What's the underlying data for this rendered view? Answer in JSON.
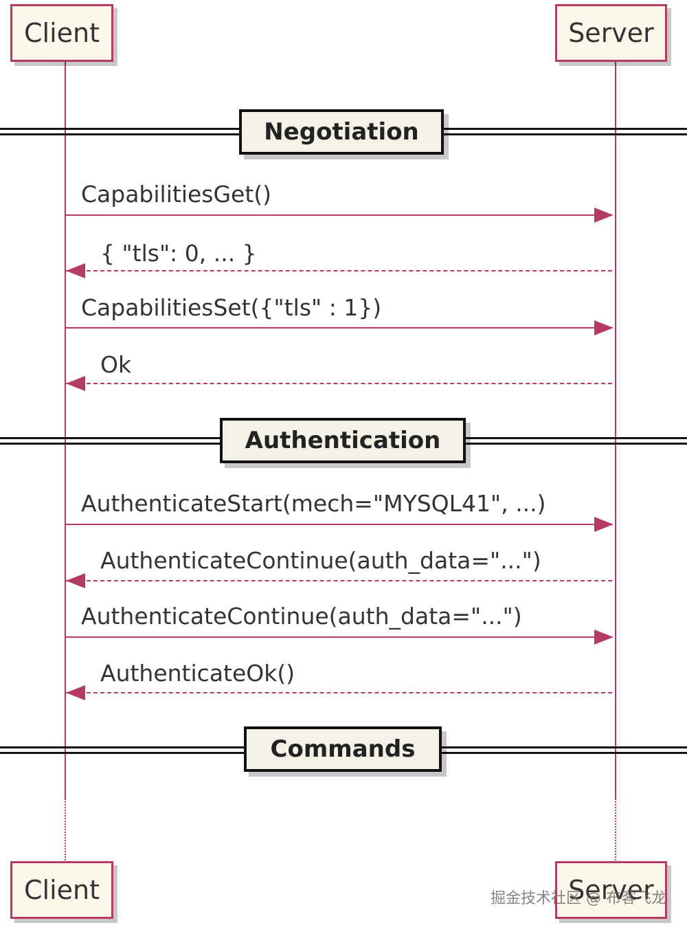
{
  "participants": {
    "client": "Client",
    "server": "Server"
  },
  "sections": [
    {
      "label": "Negotiation"
    },
    {
      "label": "Authentication"
    },
    {
      "label": "Commands"
    }
  ],
  "messages": [
    {
      "label": "CapabilitiesGet()",
      "direction": "client-to-server",
      "style": "solid"
    },
    {
      "label": "{ \"tls\": 0, ... }",
      "direction": "server-to-client",
      "style": "dashed"
    },
    {
      "label": "CapabilitiesSet({\"tls\" : 1})",
      "direction": "client-to-server",
      "style": "solid"
    },
    {
      "label": "Ok",
      "direction": "server-to-client",
      "style": "dashed"
    },
    {
      "label": "AuthenticateStart(mech=\"MYSQL41\", ...)",
      "direction": "client-to-server",
      "style": "solid"
    },
    {
      "label": "AuthenticateContinue(auth_data=\"...\")",
      "direction": "server-to-client",
      "style": "dashed"
    },
    {
      "label": "AuthenticateContinue(auth_data=\"...\")",
      "direction": "client-to-server",
      "style": "solid"
    },
    {
      "label": "AuthenticateOk()",
      "direction": "server-to-client",
      "style": "dashed"
    }
  ],
  "colors": {
    "participant_border": "#b53b62",
    "participant_fill": "#fbf8ea",
    "arrow": "#b53b62",
    "divider": "#111111"
  },
  "watermark": "掘金技术社区 @ 布客飞龙"
}
